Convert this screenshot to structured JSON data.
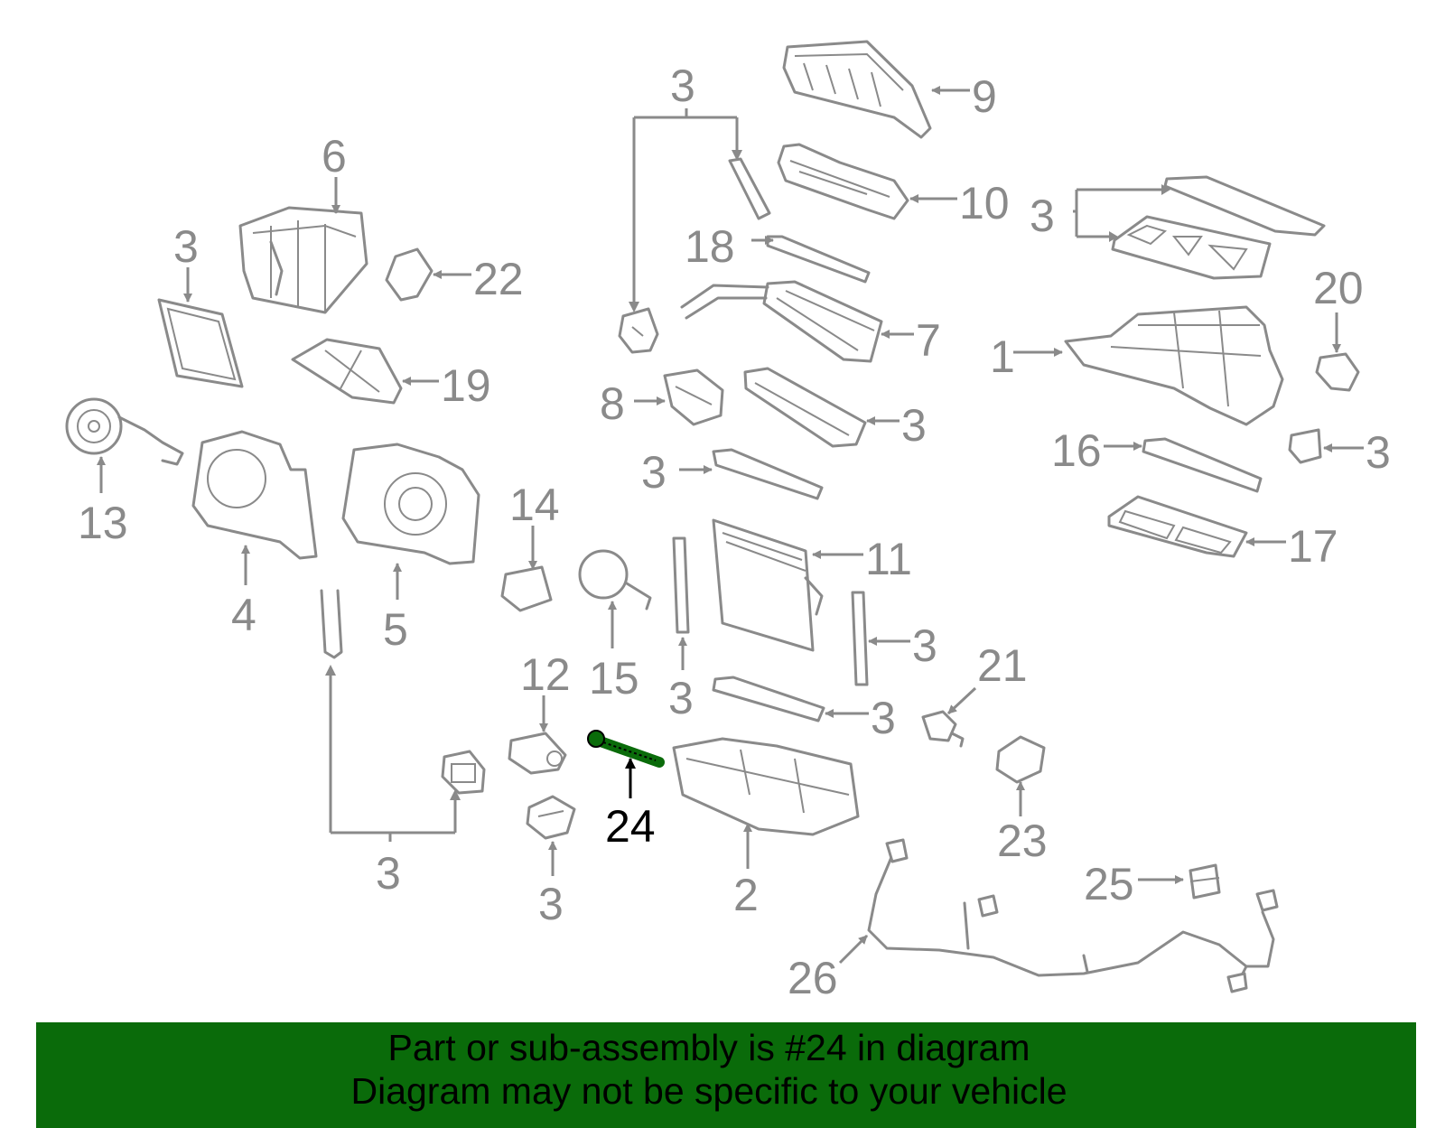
{
  "callouts": {
    "c1": "1",
    "c2": "2",
    "c3": "3",
    "c4": "4",
    "c5": "5",
    "c6": "6",
    "c7": "7",
    "c8": "8",
    "c9": "9",
    "c10": "10",
    "c11": "11",
    "c12": "12",
    "c13": "13",
    "c14": "14",
    "c15": "15",
    "c16": "16",
    "c17": "17",
    "c18": "18",
    "c19": "19",
    "c20": "20",
    "c21": "21",
    "c22": "22",
    "c23": "23",
    "c24": "24",
    "c25": "25",
    "c26": "26"
  },
  "highlighted_part": "24",
  "colors": {
    "banner": "#0a6b0a",
    "part_line": "#8a8a8a",
    "highlight_part": "#0a6b0a",
    "highlight_label": "#000000"
  },
  "banner": {
    "line1": "Part or sub-assembly is #24 in diagram",
    "line2": "Diagram may not be specific to your vehicle"
  }
}
